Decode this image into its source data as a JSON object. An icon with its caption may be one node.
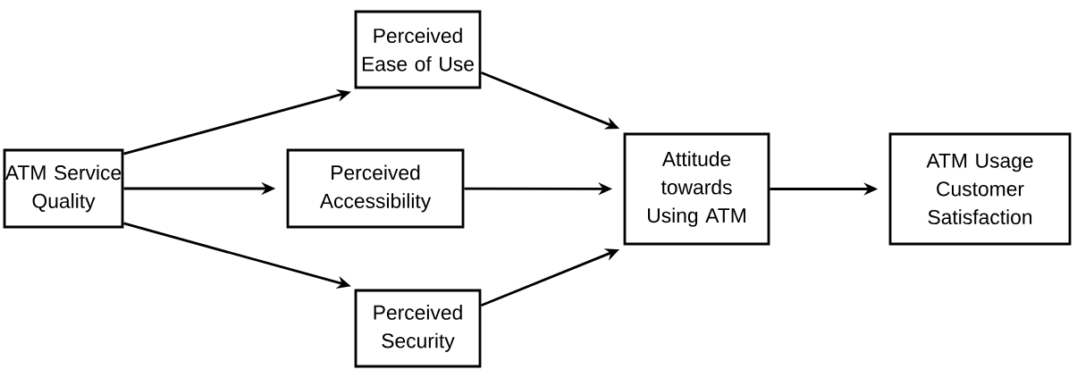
{
  "diagram": {
    "nodes": [
      {
        "text": [
          "ATM Service Quality"
        ]
      },
      {
        "text": [
          "Perceived Ease of Use"
        ]
      },
      {
        "text": [
          "Perceived Accessibility"
        ]
      },
      {
        "text": [
          "Perceived Security"
        ]
      },
      {
        "text": [
          "Attitude towards Using ATM"
        ]
      },
      {
        "text": [
          "ATM Usage Customer Satisfaction"
        ]
      }
    ],
    "edges": [
      {
        "from": 0,
        "to": 1,
        "arrow": "to"
      },
      {
        "from": 0,
        "to": 2,
        "arrow": "to"
      },
      {
        "from": 0,
        "to": 3,
        "arrow": "to"
      },
      {
        "from": 1,
        "to": 4,
        "arrow": "to"
      },
      {
        "from": 2,
        "to": 4,
        "arrow": "to"
      },
      {
        "from": 3,
        "to": 4,
        "arrow": "to"
      },
      {
        "from": 4,
        "to": 5,
        "arrow": "to"
      }
    ]
  }
}
